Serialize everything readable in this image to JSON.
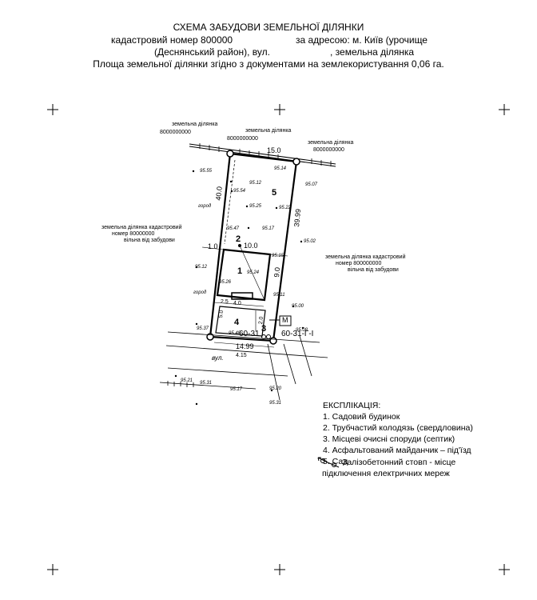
{
  "header": {
    "title": "СХЕМА ЗАБУДОВИ ЗЕМЕЛЬНОЇ ДІЛЯНКИ",
    "line2_left": "кадастровий номер 800000",
    "line2_right": "за адресою: м. Київ (урочище",
    "line3_left": "(Деснянський район), вул.",
    "line3_right": ", земельна ділянка",
    "line4": "Площа земельної ділянки згідно з документами на землекористування 0,06 га."
  },
  "labels": {
    "parcel_top_left": "земельна ділянка",
    "parcel_top_left_num": "8000000000",
    "parcel_top_mid": "земельна ділянка",
    "parcel_top_mid_num": "8000000000",
    "parcel_top_right": "земельна ділянка",
    "parcel_top_right_num": "8000000000",
    "parcel_left_1": "земельна ділянка кадастровий",
    "parcel_left_2": "номер 80000000",
    "parcel_left_3": "вільна від забудови",
    "parcel_right_1": "земельна ділянка кадастровий",
    "parcel_right_2": "номер 800000000",
    "parcel_right_3": "вільна від забудови",
    "gorod_1": "город",
    "gorod_2": "город",
    "street": "вул.",
    "m_label": "М",
    "pole_left": "60-31",
    "pole_right": "60-31-Г-I"
  },
  "dimensions": {
    "top": "15.0",
    "left": "40.0",
    "right": "39.99",
    "bottom": "14.99",
    "house_width": "10.0",
    "house_side": "9.0",
    "offset_left": "1.0",
    "offset_right": "10.0",
    "d_25": "2.5",
    "d_40": "4.0",
    "d_50": "5.0",
    "d_20": "2.0",
    "d_415": "4.15"
  },
  "elevations": [
    "95.55",
    "95.14",
    "95.07",
    "95.12",
    "95.54",
    "95.25",
    "95.22",
    "95.17",
    "95.02",
    "95.47",
    "95.24",
    "95.15",
    "95.12",
    "95.26",
    "95.11",
    "95.00",
    "95.37",
    "95.48",
    "95.08",
    "95.21",
    "95.17",
    "95.20",
    "95.31",
    "95.31"
  ],
  "objects": {
    "n1": "1",
    "n2": "2",
    "n3": "3",
    "n4": "4",
    "n5": "5"
  },
  "legend": {
    "title": "ЕКСПЛІКАЦІЯ:",
    "items": [
      "1. Садовий будинок",
      "2. Трубчастий колодязь (свердловина)",
      "3. Місцеві очисні споруди (септик)",
      "4. Асфальтований майданчик – під'їзд",
      "5. Сад"
    ],
    "pole_text_1": "Залізобетонний стовп  - місце",
    "pole_text_2": "підключення електричних мереж"
  }
}
